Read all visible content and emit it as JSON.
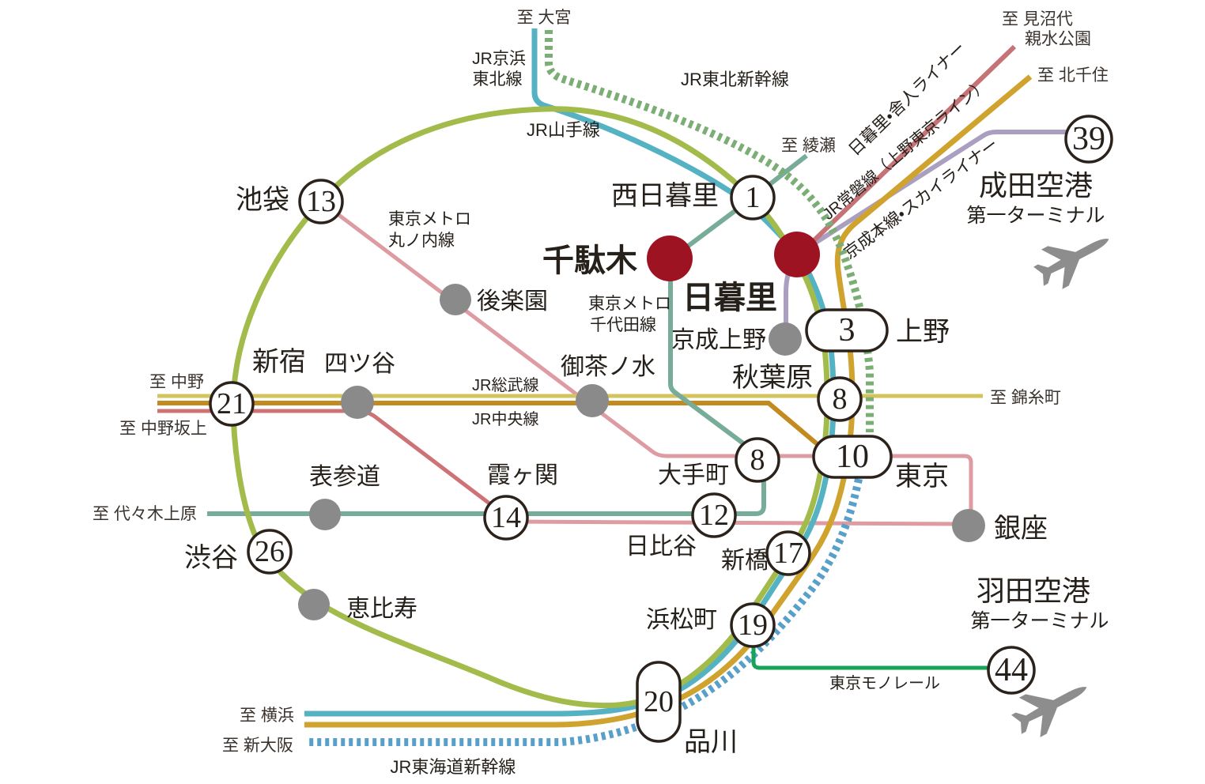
{
  "colors": {
    "background": "#ffffff",
    "station_red": "#9e1322",
    "gray_dot": "#8a8a8a",
    "badge_stroke": "#2b221b",
    "badge_fill": "#ffffff",
    "text_dark": "#26201b",
    "airplane": "#8d8d8d"
  },
  "lines": {
    "yamanote": {
      "label": "JR山手線",
      "color": "#a2bb4a"
    },
    "keihin": {
      "label_l1": "JR京浜",
      "label_l2": "東北線",
      "color": "#54b2c3"
    },
    "tohoku_shinkansen": {
      "label": "JR東北新幹線",
      "color": "#7bae74"
    },
    "toneri": {
      "label": "日暮里・舎人ライナー",
      "color": "#c67377"
    },
    "joban": {
      "label": "JR常磐線（上野東京ライン）",
      "color": "#d0a22e"
    },
    "keisei": {
      "label": "京成本線・スカイライナー",
      "color": "#ab9fc1"
    },
    "marunouchi": {
      "label_l1": "東京メトロ",
      "label_l2": "丸ノ内線",
      "color": "#de9ba1",
      "color_dark": "#cf7276"
    },
    "chiyoda": {
      "label_l1": "東京メトロ",
      "label_l2": "千代田線",
      "color": "#77ad98"
    },
    "sobu": {
      "label": "JR総武線",
      "color": "#d3c45e",
      "label_color": "#ab9d3e"
    },
    "chuo": {
      "label": "JR中央線",
      "color": "#c28a1f"
    },
    "monorail": {
      "label": "東京モノレール",
      "color": "#17a459"
    },
    "tokaido_shinkansen": {
      "label": "JR東海道新幹線",
      "color": "#58a0c9"
    }
  },
  "highlight_stations": {
    "sendagi": {
      "name": "千駄木"
    },
    "nippori": {
      "name": "日暮里"
    }
  },
  "stations": {
    "ikebukuro": {
      "name": "池袋",
      "badge": "13"
    },
    "nishi_nippori": {
      "name": "西日暮里",
      "badge": "1"
    },
    "ueno": {
      "name": "上野",
      "badge": "3"
    },
    "keisei_ueno": {
      "name": "京成上野"
    },
    "korakuen": {
      "name": "後楽園"
    },
    "shinjuku": {
      "name": "新宿",
      "badge": "21"
    },
    "yotsuya": {
      "name": "四ツ谷"
    },
    "ochanomizu": {
      "name": "御茶ノ水"
    },
    "akihabara": {
      "name": "秋葉原",
      "badge": "8"
    },
    "kasumigaseki": {
      "name": "霞ヶ関",
      "badge": "14"
    },
    "otemachi": {
      "name": "大手町",
      "badge": "8"
    },
    "tokyo": {
      "name": "東京",
      "badge": "10"
    },
    "hibiya": {
      "name": "日比谷",
      "badge": "12"
    },
    "ginza": {
      "name": "銀座"
    },
    "omotesando": {
      "name": "表参道"
    },
    "shibuya": {
      "name": "渋谷",
      "badge": "26"
    },
    "ebisu": {
      "name": "恵比寿"
    },
    "shimbashi": {
      "name": "新橋",
      "badge": "17"
    },
    "hamamatsucho": {
      "name": "浜松町",
      "badge": "19"
    },
    "shinagawa": {
      "name": "品川",
      "badge": "20"
    }
  },
  "airports": {
    "narita": {
      "name": "成田空港",
      "terminal": "第一ターミナル",
      "badge": "39"
    },
    "haneda": {
      "name": "羽田空港",
      "terminal": "第一ターミナル",
      "badge": "44"
    }
  },
  "destinations": {
    "omiya": "至 大宮",
    "ayase": "至 綾瀬",
    "minumadai_l1": "至 見沼代",
    "minumadai_l2": "親水公園",
    "kitasenju": "至 北千住",
    "kinshicho": "至 錦糸町",
    "nakano": "至 中野",
    "nakanosakaue": "至 中野坂上",
    "yoyogiuehara": "至 代々木上原",
    "yokohama": "至 横浜",
    "shinosaka": "至 新大阪"
  }
}
